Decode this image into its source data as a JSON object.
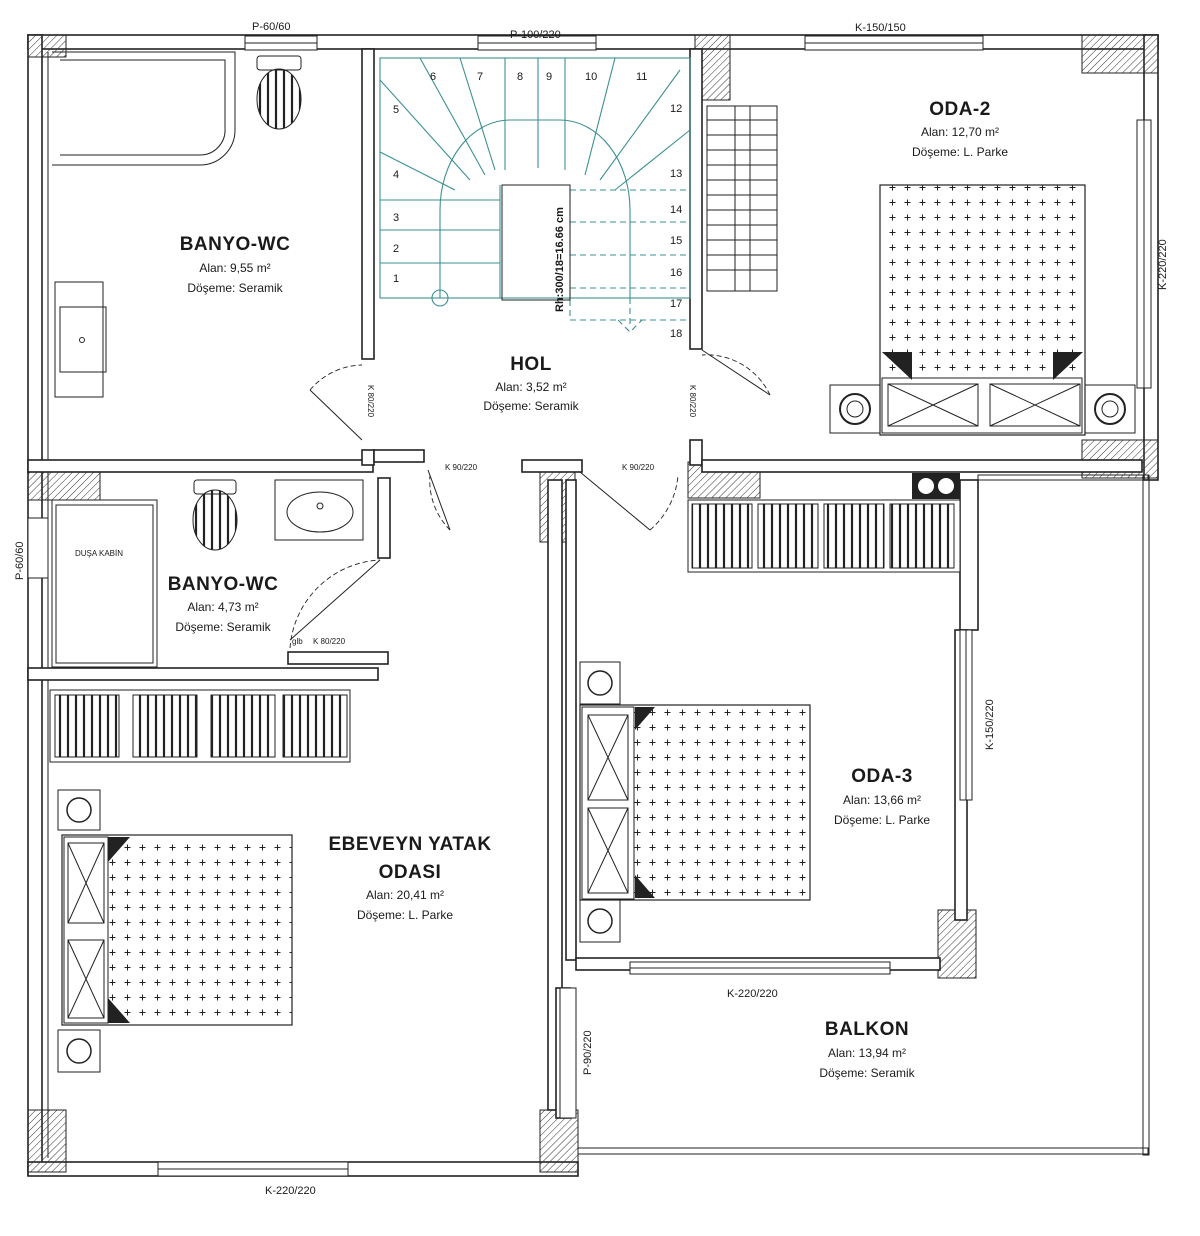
{
  "rooms": {
    "banyo1": {
      "name": "BANYO-WC",
      "area": "Alan: 9,55 m²",
      "floor": "Döşeme: Seramik"
    },
    "hol": {
      "name": "HOL",
      "area": "Alan: 3,52 m²",
      "floor": "Döşeme: Seramik"
    },
    "oda2": {
      "name": "ODA-2",
      "area": "Alan: 12,70 m²",
      "floor": "Döşeme: L. Parke"
    },
    "banyo2": {
      "name": "BANYO-WC",
      "area": "Alan: 4,73 m²",
      "floor": "Döşeme: Seramik"
    },
    "ebeveyn": {
      "name_line1": "EBEVEYN YATAK",
      "name_line2": "ODASI",
      "area": "Alan: 20,41 m²",
      "floor": "Döşeme: L. Parke"
    },
    "oda3": {
      "name": "ODA-3",
      "area": "Alan: 13,66 m²",
      "floor": "Döşeme: L. Parke"
    },
    "balkon": {
      "name": "BALKON",
      "area": "Alan: 13,94 m²",
      "floor": "Döşeme: Seramik"
    }
  },
  "openings": {
    "p_60_60_top": "P-60/60",
    "p_100_220": "P-100/220",
    "k_150_150": "K-150/150",
    "k_220_220_right": "K-220/220",
    "p_60_60_left": "P-60/60",
    "k_80_220_a": "K 80/220",
    "k_80_220_b": "K 80/220",
    "k_90_220_a": "K 90/220",
    "k_90_220_b": "K 90/220",
    "k_80_220_c": "K 80/220",
    "k_150_220": "K-150/220",
    "k_220_220_mid": "K-220/220",
    "p_90_220": "P-90/220",
    "k_220_220_bottom": "K-220/220"
  },
  "stair": {
    "label": "Rh:300/18=16.66 cm",
    "steps": [
      "1",
      "2",
      "3",
      "4",
      "5",
      "6",
      "7",
      "8",
      "9",
      "10",
      "11",
      "12",
      "13",
      "14",
      "15",
      "16",
      "17",
      "18"
    ]
  },
  "fixtures": {
    "shower": "DUŞA KABİN",
    "sink_label": "glb"
  }
}
